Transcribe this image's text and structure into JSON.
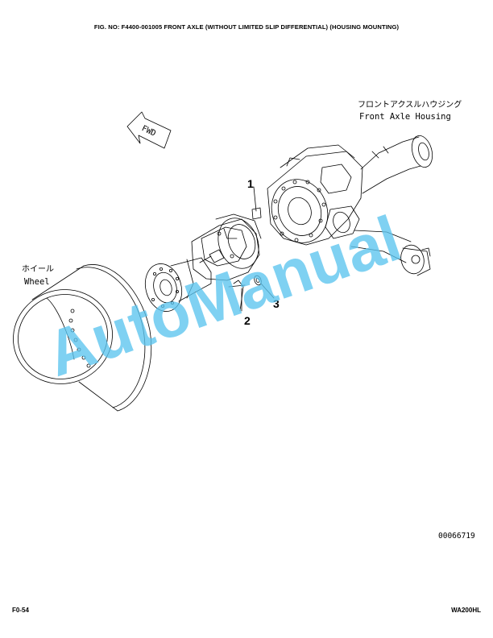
{
  "header": {
    "figure_line": "FIG. NO:   F4400-001005   FRONT AXLE (WITHOUT LIMITED SLIP DIFFERENTIAL) (HOUSING MOUNTING)"
  },
  "labels": {
    "housing_jp": "フロントアクスルハウジング",
    "housing_en": "Front Axle Housing",
    "wheel_jp": "ホイール",
    "wheel_en": "Wheel",
    "fwd": "FWD"
  },
  "callouts": {
    "c1": "1",
    "c2": "2",
    "c3": "3"
  },
  "watermark": "AutoManual",
  "drawing_number": "00066719",
  "footer": {
    "page": "F0-54",
    "model": "WA200HL"
  },
  "colors": {
    "line": "#000000",
    "watermark": "#5bc4ee"
  }
}
